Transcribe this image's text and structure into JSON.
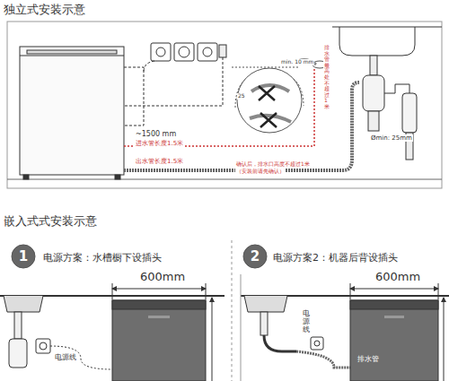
{
  "diagram": {
    "title": "独立式安装示意",
    "nodes": [
      {
        "text": [
          "1"
        ]
      },
      {
        "text": [
          "2"
        ]
      }
    ],
    "labels": [
      "嵌入式式安装示意",
      "~1500 mm",
      "进水管长度1.5米",
      "出水管长度1.5米",
      "min. 10 mm",
      "25",
      "Ømin: 25mm",
      "排水管最高处不超过1米",
      "确认后，排水口高度不超过1米",
      "（安装前请先确认）",
      "电源方案：水槽橱下设插头",
      "电源方案2：机器后背设插头",
      "600mm",
      "600mm",
      "电源线",
      "电源线",
      "排水管"
    ]
  }
}
